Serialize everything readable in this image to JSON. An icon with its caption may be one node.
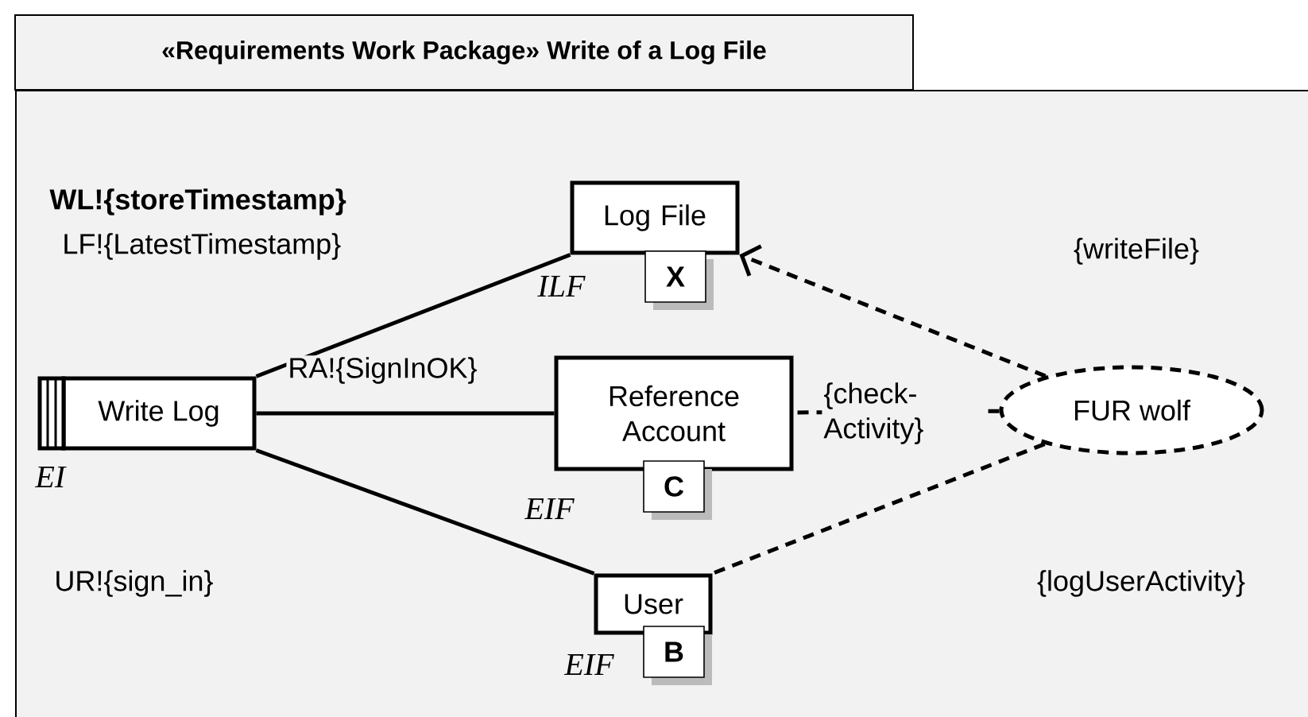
{
  "diagram": {
    "nodes": [
      {
        "text": [
          "«Requirements Work Package» Write of a Log File"
        ]
      },
      {
        "text": [
          "Write Log"
        ],
        "beside": [
          "EI"
        ],
        "in": 0
      },
      {
        "text": [
          "Log File"
        ],
        "beside": [
          "ILF"
        ],
        "in": 0
      },
      {
        "text": [
          "X"
        ],
        "in": 0
      },
      {
        "text": [
          "Reference Account"
        ],
        "beside": [
          "EIF"
        ],
        "in": 0
      },
      {
        "text": [
          "C"
        ],
        "in": 0
      },
      {
        "text": [
          "User"
        ],
        "beside": [
          "EIF"
        ],
        "in": 0
      },
      {
        "text": [
          "B"
        ],
        "in": 0
      },
      {
        "text": [
          "FUR wolf"
        ],
        "in": 0
      }
    ],
    "edges": [
      {
        "from": 1,
        "to": 2,
        "arrow": "none"
      },
      {
        "from": 1,
        "to": 4,
        "arrow": "none"
      },
      {
        "from": 1,
        "to": 6,
        "arrow": "none"
      },
      {
        "from": 8,
        "to": 2,
        "arrow": "to",
        "style": "dashed"
      },
      {
        "from": 8,
        "to": 4,
        "arrow": "none",
        "style": "dashed",
        "label": "{check- Activity}"
      },
      {
        "from": 8,
        "to": 6,
        "arrow": "none",
        "style": "dashed"
      }
    ],
    "labels": [
      "WL!{storeTimestamp}",
      "LF!{LatestTimestamp}",
      "RA!{SignInOK}",
      "{writeFile}",
      "UR!{sign_in}",
      "{logUserActivity}"
    ]
  }
}
